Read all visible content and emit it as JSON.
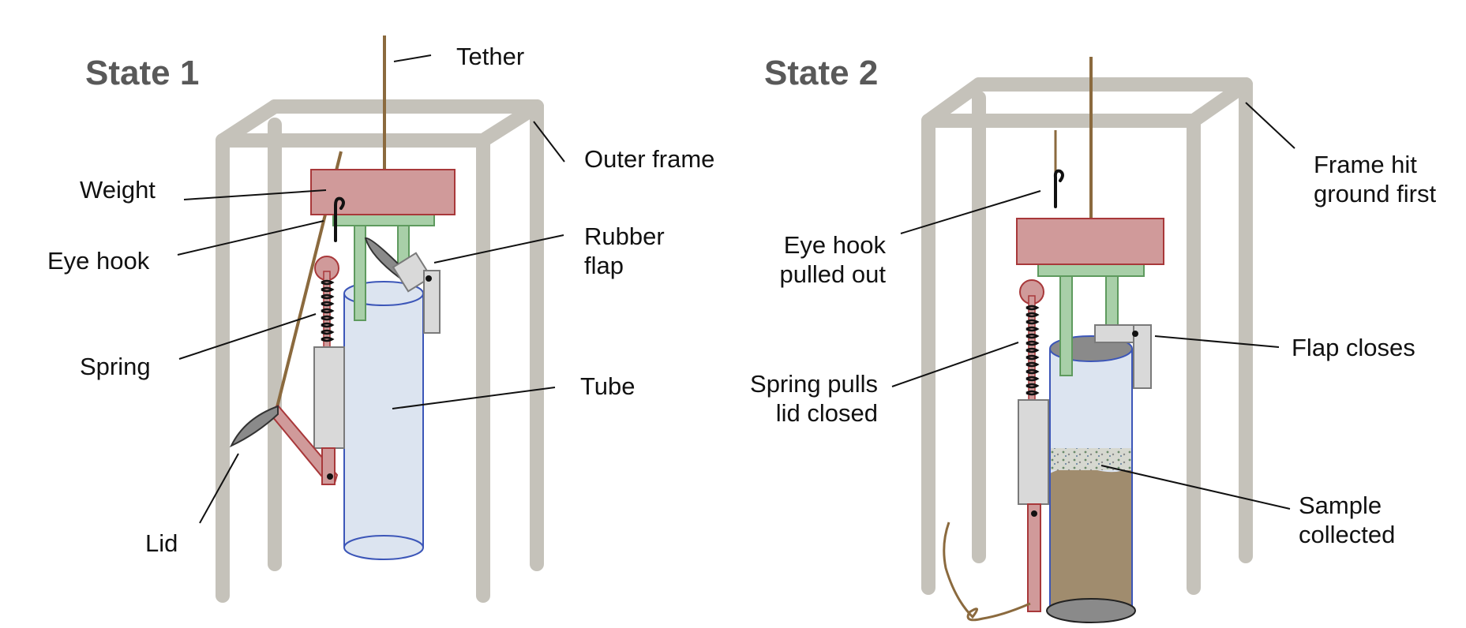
{
  "state1": {
    "title": "State 1",
    "labels": {
      "tether": "Tether",
      "outer_frame": "Outer frame",
      "weight": "Weight",
      "eye_hook": "Eye hook",
      "rubber_flap": [
        "Rubber",
        "flap"
      ],
      "spring": "Spring",
      "tube": "Tube",
      "lid": "Lid"
    }
  },
  "state2": {
    "title": "State 2",
    "labels": {
      "frame_hit": [
        "Frame hit",
        "ground first"
      ],
      "eye_hook_pulled": [
        "Eye hook",
        "pulled out"
      ],
      "flap_closes": "Flap closes",
      "spring_pulls": [
        "Spring pulls",
        "lid closed"
      ],
      "sample_collected": [
        "Sample",
        "collected"
      ]
    }
  },
  "colors": {
    "frame": "#c5c2ba",
    "tether": "#8b6a3e",
    "weight_fill": "#d09a9a",
    "weight_stroke": "#a8383a",
    "mount_fill": "#a8cfa8",
    "mount_stroke": "#5e9a5e",
    "tube_fill": "#dce4f0",
    "tube_stroke": "#3c56b8",
    "bracket_fill": "#d9d9d9",
    "bracket_stroke": "#7a7a7a",
    "sediment": "#a08c6e",
    "lid_fill": "#8a8a8a"
  }
}
